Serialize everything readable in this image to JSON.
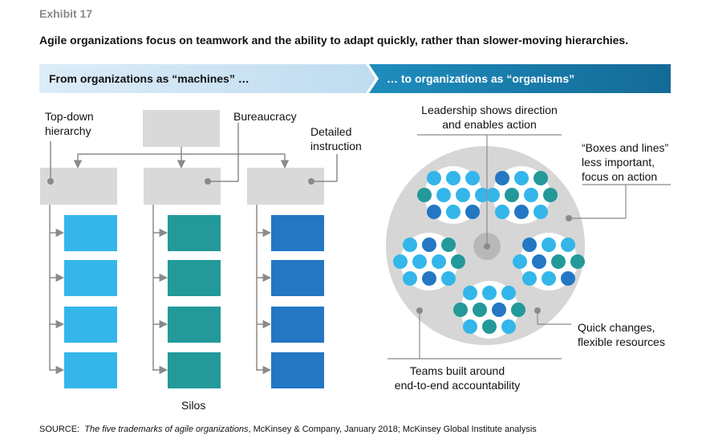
{
  "exhibit_label": "Exhibit 17",
  "headline": "Agile organizations focus on teamwork and the ability to adapt quickly, rather than slower-moving hierarchies.",
  "banner_left": "From organizations as “machines” …",
  "banner_right": "… to organizations as “organisms”",
  "left_labels": {
    "top_down": [
      "Top-down",
      "hierarchy"
    ],
    "bureaucracy": "Bureaucracy",
    "detailed": [
      "Detailed",
      "instruction"
    ],
    "silos": "Silos"
  },
  "right_labels": {
    "leadership": [
      "Leadership shows direction",
      "and enables action"
    ],
    "boxes": [
      "“Boxes and lines”",
      "less important,",
      "focus on action"
    ],
    "quick": [
      "Quick changes,",
      "flexible resources"
    ],
    "teams": [
      "Teams built around",
      "end-to-end accountability"
    ]
  },
  "source": {
    "prefix": "SOURCE:",
    "title": "The five trademarks of agile organizations",
    "rest": ", McKinsey & Company, January 2018; McKinsey Global Institute analysis"
  },
  "colors": {
    "banner_light": "#d6e9f7",
    "banner_dark": "#1b7fb0",
    "light_blue": "#34b6ea",
    "teal": "#23999a",
    "dark_blue": "#2377c3",
    "gray_box": "#d9d9d9",
    "gray_line": "#8a8a8a"
  }
}
